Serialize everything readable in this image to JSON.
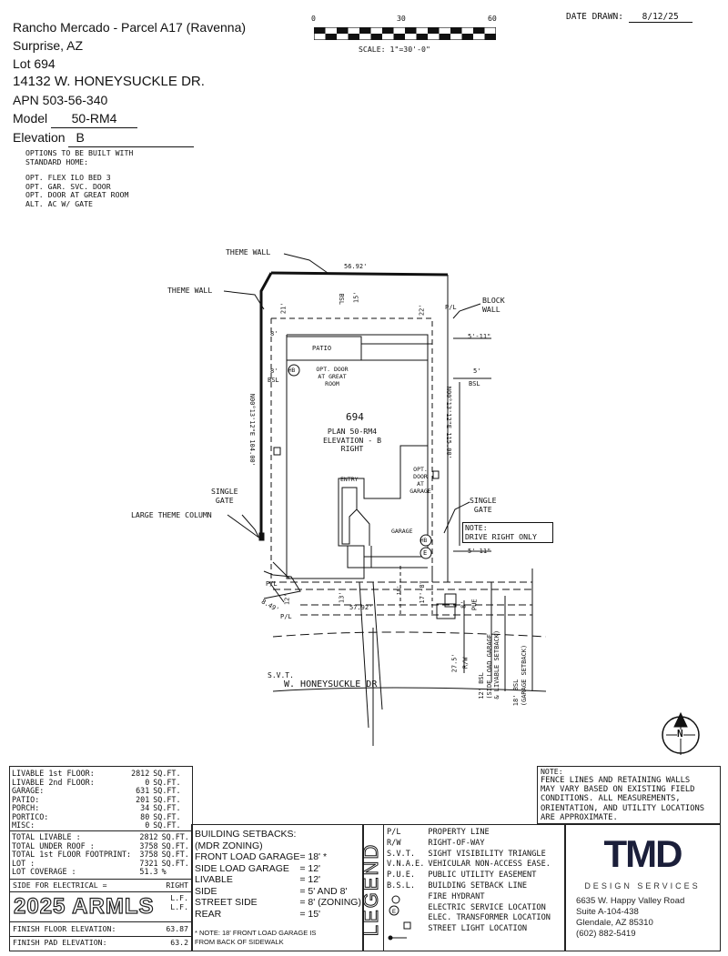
{
  "header": {
    "community": "Rancho Mercado - Parcel A17 (Ravenna)",
    "city": "Surprise, AZ",
    "lot_line": "Lot 694",
    "address": "14132 W. HONEYSUCKLE DR.",
    "apn": "APN 503-56-340",
    "model_label": "Model",
    "model_value": "50-RM4",
    "elevation_label": "Elevation",
    "elevation_value": "B"
  },
  "options": {
    "heading_1": "OPTIONS TO BE BUILT WITH",
    "heading_2": "STANDARD HOME:",
    "items": [
      "OPT. FLEX ILO BED 3",
      "OPT. GAR. SVC. DOOR",
      "OPT. DOOR AT GREAT ROOM",
      "ALT. AC W/ GATE"
    ]
  },
  "scale": {
    "ticks": [
      "0",
      "30",
      "60"
    ],
    "label": "SCALE: 1\"=30'-0\""
  },
  "date": {
    "label": "DATE DRAWN:",
    "value": "8/12/25"
  },
  "plan": {
    "lot_number": "694",
    "plan_line": "PLAN 50-RM4",
    "elevation_line": "ELEVATION - B",
    "orientation": "RIGHT",
    "patio": "PATIO",
    "opt_door_gr": [
      "OPT. DOOR",
      "AT GREAT",
      "ROOM"
    ],
    "opt_door_garage": [
      "OPT.",
      "DOOR",
      "AT",
      "GARAGE"
    ],
    "entry": "ENTRY",
    "garage": "GARAGE",
    "theme_wall_top": "THEME WALL",
    "theme_wall_left": "THEME WALL",
    "block_wall": [
      "BLOCK",
      "WALL"
    ],
    "single_gate_left": [
      "SINGLE",
      "GATE"
    ],
    "single_gate_right": [
      "SINGLE",
      "GATE"
    ],
    "large_theme_column": "LARGE THEME COLUMN",
    "note_drive": [
      "NOTE:",
      "DRIVE RIGHT ONLY"
    ],
    "dim_top": "56.92'",
    "dim_bottom": "57.92'",
    "bearing_left": "N00°13'12\"E 104.00'",
    "bearing_right": "N00°13'12\"E 115.00'",
    "d_21": "21'",
    "d_15": "15'",
    "d_22": "22'",
    "d_8a": "8'",
    "d_8b": "8'",
    "d_5_11a": "5'-11\"",
    "d_5_11b": "5'-11\"",
    "d_5": "5'",
    "bsl": "BSL",
    "pl": "P/L",
    "d_12": "12'",
    "d_13": "13'",
    "d_17_8": "17'-8\"",
    "d_18": "18'",
    "d_8c": "8'",
    "pue": "PUE",
    "d_27_5": "27.5'",
    "rw": "R/W",
    "d_849": "8.49'",
    "svt": "S.V.T.",
    "street": "W. HONEYSUCKLE DR",
    "side_load_1": "12' BSL",
    "side_load_2": "(SIDE LOAD GARAGE",
    "side_load_3": "& LIVABLE SETBACK)",
    "gar_sb_1": "18' BSL",
    "gar_sb_2": "(GARAGE SETBACK)",
    "hb": "HB",
    "e": "E",
    "north": "N"
  },
  "note_box": {
    "title": "NOTE:",
    "lines": [
      "FENCE LINES AND RETAINING WALLS",
      "MAY VARY BASED ON EXISTING FIELD",
      "CONDITIONS.  ALL MEASUREMENTS,",
      "ORIENTATION, AND UTILITY LOCATIONS",
      "ARE APPROXIMATE."
    ]
  },
  "areas": {
    "rows_1": [
      {
        "label": "LIVABLE 1st FLOOR:",
        "value": "2812",
        "unit": "SQ.FT."
      },
      {
        "label": "LIVABLE 2nd FLOOR:",
        "value": "0",
        "unit": "SQ.FT."
      },
      {
        "label": "GARAGE:",
        "value": "631",
        "unit": "SQ.FT."
      },
      {
        "label": "PATIO:",
        "value": "201",
        "unit": "SQ.FT."
      },
      {
        "label": "PORCH:",
        "value": "34",
        "unit": "SQ.FT."
      },
      {
        "label": "PORTICO:",
        "value": "80",
        "unit": "SQ.FT."
      },
      {
        "label": "MISC:",
        "value": "0",
        "unit": "SQ.FT."
      }
    ],
    "rows_2": [
      {
        "label": "TOTAL LIVABLE :",
        "value": "2812",
        "unit": "SQ.FT."
      },
      {
        "label": "TOTAL UNDER ROOF :",
        "value": "3758",
        "unit": "SQ.FT."
      },
      {
        "label": "TOTAL 1st FLOOR FOOTPRINT:",
        "value": "3758",
        "unit": "SQ.FT."
      },
      {
        "label": "LOT :",
        "value": "7321",
        "unit": "SQ.FT."
      },
      {
        "label": "LOT COVERAGE :",
        "value": "51.3",
        "unit": "%"
      }
    ],
    "electrical_label": "SIDE FOR ELECTRICAL =",
    "electrical_value": "RIGHT",
    "lf_1": "L.F.",
    "lf_2": "L.F.",
    "finish_floor_label": "FINISH FLOOR ELEVATION:",
    "finish_floor_value": "63.87",
    "finish_pad_label": "FINISH PAD ELEVATION:",
    "finish_pad_value": "63.2"
  },
  "setbacks": {
    "title": "BUILDING SETBACKS:",
    "zoning": "(MDR ZONING)",
    "rows": [
      {
        "label": "FRONT LOAD GARAGE",
        "value": "= 18' *"
      },
      {
        "label": "SIDE LOAD GARAGE",
        "value": "= 12'"
      },
      {
        "label": "LIVABLE",
        "value": "= 12'"
      },
      {
        "label": "SIDE",
        "value": "= 5' AND 8'"
      },
      {
        "label": "STREET SIDE",
        "value": "= 8' (ZONING)"
      },
      {
        "label": "REAR",
        "value": "= 15'"
      }
    ],
    "note_1": "* NOTE: 18' FRONT LOAD GARAGE IS",
    "note_2": "FROM BACK OF SIDEWALK"
  },
  "legend": {
    "title": "LEGEND",
    "rows": [
      {
        "abbr": "P/L",
        "desc": "PROPERTY LINE"
      },
      {
        "abbr": "R/W",
        "desc": "RIGHT-OF-WAY"
      },
      {
        "abbr": "S.V.T.",
        "desc": "SIGHT VISIBILITY TRIANGLE"
      },
      {
        "abbr": "V.N.A.E.",
        "desc": "VEHICULAR NON-ACCESS EASE."
      },
      {
        "abbr": "P.U.E.",
        "desc": "PUBLIC UTILITY EASEMENT"
      },
      {
        "abbr": "B.S.L.",
        "desc": "BUILDING SETBACK LINE"
      },
      {
        "abbr": "",
        "desc": "FIRE HYDRANT"
      },
      {
        "abbr": "",
        "desc": "ELECTRIC SERVICE LOCATION"
      },
      {
        "abbr": "",
        "desc": "ELEC. TRANSFORMER LOCATION"
      },
      {
        "abbr": "",
        "desc": "STREET LIGHT LOCATION"
      }
    ]
  },
  "company": {
    "logo": "TMD",
    "tagline": "DESIGN SERVICES",
    "address_1": "6635 W. Happy Valley Road",
    "address_2": "Suite A-104-438",
    "address_3": "Glendale, AZ 85310",
    "phone": "(602) 882-5419"
  },
  "watermark": "2025 ARMLS"
}
